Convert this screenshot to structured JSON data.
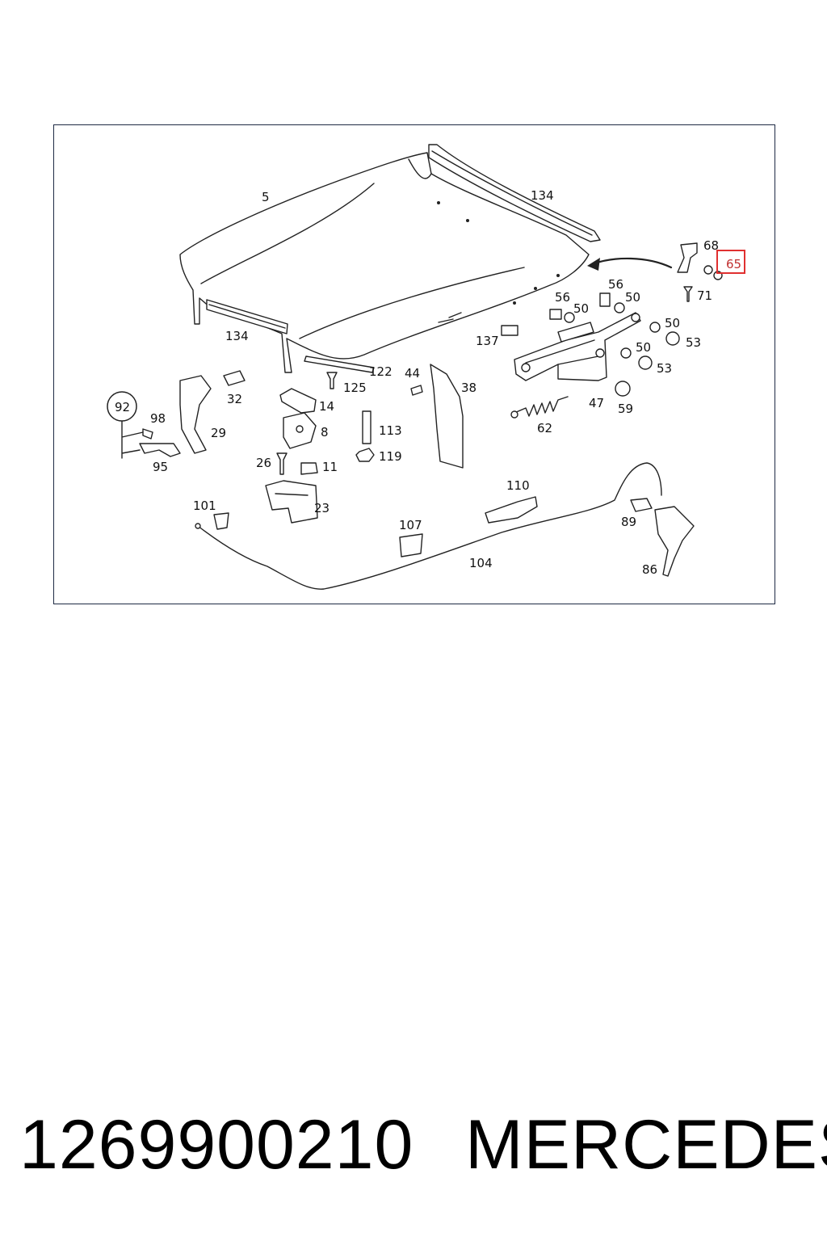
{
  "diagram": {
    "highlight_color": "#e03030",
    "frame_color": "#1e2a44",
    "callouts": [
      {
        "id": "c5",
        "text": "5"
      },
      {
        "id": "c134a",
        "text": "134"
      },
      {
        "id": "c134b",
        "text": "134"
      },
      {
        "id": "c68",
        "text": "68"
      },
      {
        "id": "c65",
        "text": "65",
        "highlighted": true
      },
      {
        "id": "c71",
        "text": "71"
      },
      {
        "id": "c56a",
        "text": "56"
      },
      {
        "id": "c56b",
        "text": "56"
      },
      {
        "id": "c50a",
        "text": "50"
      },
      {
        "id": "c50b",
        "text": "50"
      },
      {
        "id": "c50c",
        "text": "50"
      },
      {
        "id": "c50d",
        "text": "50"
      },
      {
        "id": "c53a",
        "text": "53"
      },
      {
        "id": "c53b",
        "text": "53"
      },
      {
        "id": "c137",
        "text": "137"
      },
      {
        "id": "c122",
        "text": "122"
      },
      {
        "id": "c125",
        "text": "125"
      },
      {
        "id": "c44",
        "text": "44"
      },
      {
        "id": "c38",
        "text": "38"
      },
      {
        "id": "c47",
        "text": "47"
      },
      {
        "id": "c59",
        "text": "59"
      },
      {
        "id": "c62",
        "text": "62"
      },
      {
        "id": "c32",
        "text": "32"
      },
      {
        "id": "c14",
        "text": "14"
      },
      {
        "id": "c8",
        "text": "8"
      },
      {
        "id": "c113",
        "text": "113"
      },
      {
        "id": "c119",
        "text": "119"
      },
      {
        "id": "c92",
        "text": "92",
        "circled": true
      },
      {
        "id": "c98",
        "text": "98"
      },
      {
        "id": "c95",
        "text": "95"
      },
      {
        "id": "c29",
        "text": "29"
      },
      {
        "id": "c26",
        "text": "26"
      },
      {
        "id": "c11",
        "text": "11"
      },
      {
        "id": "c23",
        "text": "23"
      },
      {
        "id": "c101",
        "text": "101"
      },
      {
        "id": "c110",
        "text": "110"
      },
      {
        "id": "c107",
        "text": "107"
      },
      {
        "id": "c104",
        "text": "104"
      },
      {
        "id": "c89",
        "text": "89"
      },
      {
        "id": "c86",
        "text": "86"
      }
    ]
  },
  "footer": {
    "part_number": "1269900210",
    "brand": "MERCEDES"
  }
}
